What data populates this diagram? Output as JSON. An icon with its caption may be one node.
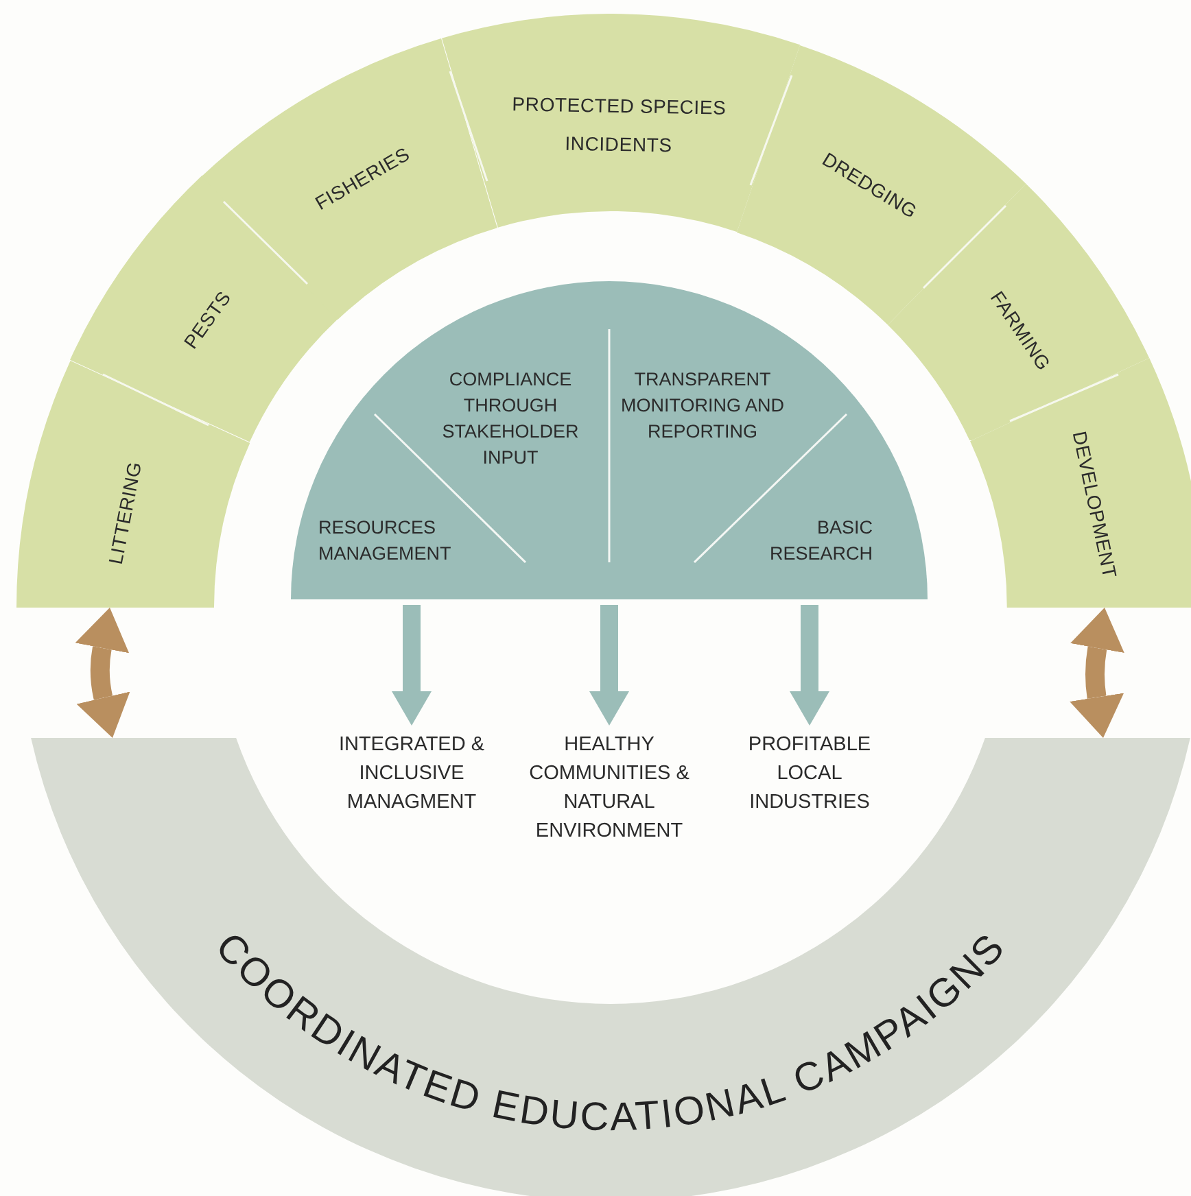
{
  "diagram": {
    "nodes": [
      {
        "text": [
          "LITTERING"
        ]
      },
      {
        "text": [
          "PESTS"
        ]
      },
      {
        "text": [
          "FISHERIES"
        ]
      },
      {
        "text": [
          "PROTECTED SPECIES INCIDENTS"
        ]
      },
      {
        "text": [
          "DREDGING"
        ]
      },
      {
        "text": [
          "FARMING"
        ]
      },
      {
        "text": [
          "DEVELOPMENT"
        ]
      },
      {
        "text": [],
        "shape": "semicircle"
      },
      {
        "text": [
          "RESOURCES MANAGEMENT"
        ],
        "in": 7
      },
      {
        "text": [
          "COMPLIANCE THROUGH STAKEHOLDER INPUT"
        ],
        "in": 7
      },
      {
        "text": [
          "TRANSPARENT MONITORING AND REPORTING"
        ],
        "in": 7
      },
      {
        "text": [
          "BASIC RESEARCH"
        ],
        "in": 7
      },
      {
        "text": [
          "INTEGRATED & INCLUSIVE MANAGMENT"
        ]
      },
      {
        "text": [
          "HEALTHY COMMUNITIES & NATURAL ENVIRONMENT"
        ]
      },
      {
        "text": [
          "PROFITABLE LOCAL INDUSTRIES"
        ]
      },
      {
        "text": [
          "COORDINATED EDUCATIONAL CAMPAIGNS"
        ]
      }
    ],
    "edges": [
      {
        "from": 0,
        "to": 15,
        "arrow": "both",
        "color": "#b98f5f"
      },
      {
        "from": 6,
        "to": 15,
        "arrow": "both",
        "color": "#b98f5f"
      },
      {
        "from": 7,
        "to": 12,
        "arrow": "to"
      },
      {
        "from": 7,
        "to": 13,
        "arrow": "to"
      },
      {
        "from": 7,
        "to": 14,
        "arrow": "to"
      }
    ]
  }
}
